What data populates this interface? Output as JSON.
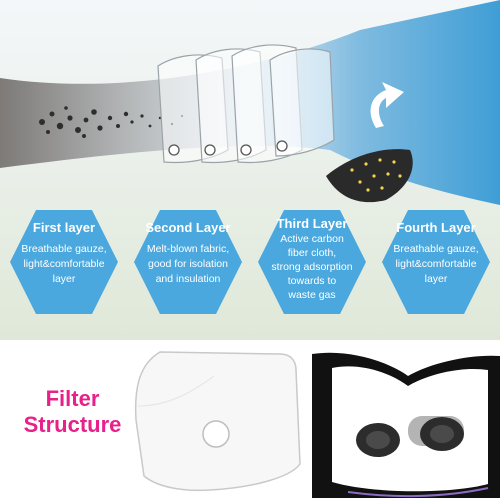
{
  "layers": [
    {
      "title": "First layer",
      "desc": [
        "Breathable gauze,",
        "light&comfortable",
        "layer"
      ]
    },
    {
      "title": "Second Layer",
      "desc": [
        "Melt-blown fabric,",
        "good for isolation",
        "and insulation"
      ]
    },
    {
      "title": "Third Layer",
      "desc": [
        "Active carbon",
        "fiber cloth,",
        "strong adsorption",
        "towards to",
        "waste gas"
      ]
    },
    {
      "title": "Fourth Layer",
      "desc": [
        "Breathable gauze,",
        "light&comfortable",
        "layer"
      ]
    }
  ],
  "caption": {
    "line1": "Filter",
    "line2": "Structure"
  },
  "colors": {
    "card": "#4aa8de",
    "banner": "#5aa7d3",
    "caption": "#e8208a",
    "smoke": "#3a3a3a"
  },
  "icons": [
    "curved-arrow-icon",
    "hexagon-card-icon",
    "filter-pad-icon",
    "mask-icon"
  ]
}
